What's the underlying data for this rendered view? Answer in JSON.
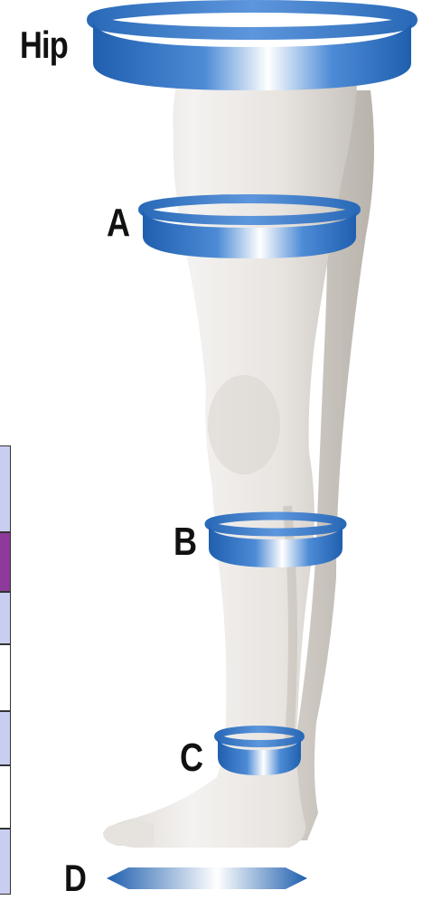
{
  "labels": {
    "hip": "Hip",
    "a": "A",
    "b": "B",
    "c": "C",
    "d": "D"
  },
  "colors": {
    "band_dark": "#1f5fae",
    "band_mid": "#4d8bd6",
    "band_light": "#ffffff",
    "skin_light": "#f2f0ee",
    "skin_shadow": "#c9c4be",
    "table_lavender": "#c9cdf0",
    "table_purple": "#8e3a9a",
    "table_white": "#ffffff"
  },
  "left_table_cells": [
    "lavender",
    "purple",
    "lavender",
    "white",
    "lavender",
    "white",
    "lavender"
  ]
}
